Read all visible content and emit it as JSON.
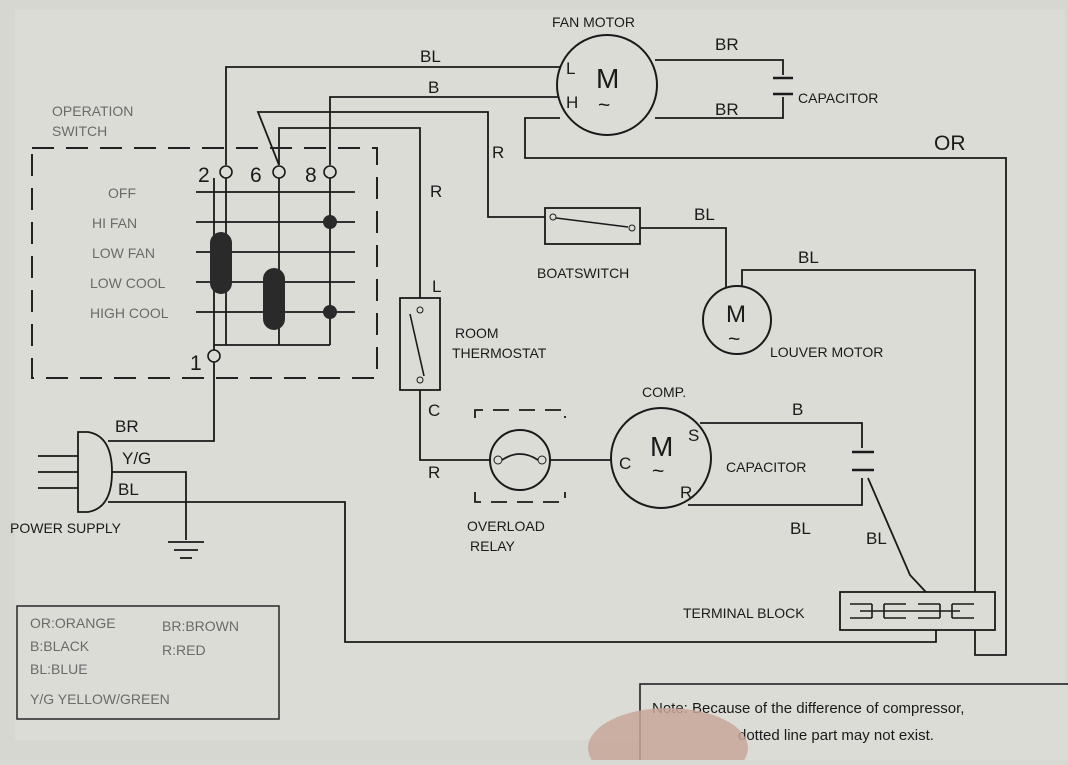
{
  "components": {
    "fan_motor": {
      "title": "FAN MOTOR",
      "symbol": "M",
      "terminal_l": "L",
      "terminal_h": "H"
    },
    "fan_capacitor": {
      "label": "CAPACITOR"
    },
    "louver_motor": {
      "label": "LOUVER MOTOR",
      "symbol": "M"
    },
    "compressor": {
      "title": "COMP.",
      "symbol": "M",
      "terminal_s": "S",
      "terminal_c": "C",
      "terminal_r": "R"
    },
    "comp_capacitor": {
      "label": "CAPACITOR"
    },
    "boatswitch": {
      "label": "BOATSWITCH"
    },
    "room_thermostat": {
      "line1": "ROOM",
      "line2": "THERMOSTAT",
      "terminal_l": "L",
      "terminal_c": "C"
    },
    "overload_relay": {
      "line1": "OVERLOAD",
      "line2": "RELAY"
    },
    "terminal_block": {
      "label": "TERMINAL BLOCK"
    },
    "power_supply": {
      "label": "POWER SUPPLY"
    },
    "operation_switch": {
      "title_line1": "OPERATION",
      "title_line2": "SWITCH",
      "terminals": [
        "2",
        "6",
        "8",
        "1"
      ],
      "positions": [
        "OFF",
        "HI FAN",
        "LOW FAN",
        "LOW COOL",
        "HIGH COOL"
      ]
    }
  },
  "wires": {
    "fan_bl": "BL",
    "fan_b": "B",
    "fan_r": "R",
    "cap_br_top": "BR",
    "cap_br_bottom": "BR",
    "fan_or": "OR",
    "thermo_r": "R",
    "boat_bl": "BL",
    "louver_bl": "BL",
    "comp_b": "B",
    "comp_bl": "BL",
    "block_bl": "BL",
    "relay_r": "R",
    "ps_br": "BR",
    "ps_yg": "Y/G",
    "ps_bl": "BL"
  },
  "legend": {
    "items": [
      "OR:ORANGE",
      "BR:BROWN",
      "B:BLACK",
      "R:RED",
      "BL:BLUE",
      "Y/G YELLOW/GREEN"
    ]
  },
  "note": {
    "line1": "Note: Because of the difference of compressor,",
    "line2": "dotted line part may not exist."
  }
}
